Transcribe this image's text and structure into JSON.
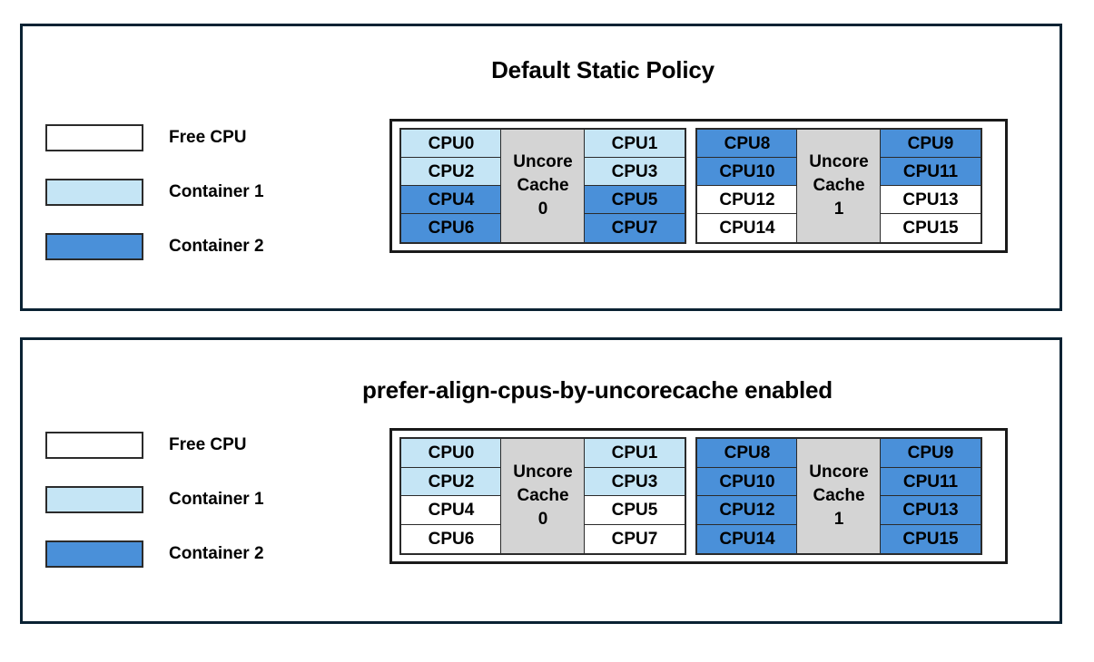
{
  "panels": [
    {
      "id": "default-static-policy",
      "title": "Default Static Policy",
      "legend": [
        {
          "label": "Free CPU",
          "fill": "free",
          "color": "#ffffff"
        },
        {
          "label": "Container 1",
          "fill": "c1",
          "color": "#c5e5f5"
        },
        {
          "label": "Container 2",
          "fill": "c2",
          "color": "#4a90d9"
        }
      ],
      "groups": [
        {
          "cache_label_line1": "Uncore",
          "cache_label_line2": "Cache",
          "cache_index": "0",
          "left_column": [
            {
              "label": "CPU0",
              "fill": "c1"
            },
            {
              "label": "CPU2",
              "fill": "c1"
            },
            {
              "label": "CPU4",
              "fill": "c2"
            },
            {
              "label": "CPU6",
              "fill": "c2"
            }
          ],
          "right_column": [
            {
              "label": "CPU1",
              "fill": "c1"
            },
            {
              "label": "CPU3",
              "fill": "c1"
            },
            {
              "label": "CPU5",
              "fill": "c2"
            },
            {
              "label": "CPU7",
              "fill": "c2"
            }
          ]
        },
        {
          "cache_label_line1": "Uncore",
          "cache_label_line2": "Cache",
          "cache_index": "1",
          "left_column": [
            {
              "label": "CPU8",
              "fill": "c2"
            },
            {
              "label": "CPU10",
              "fill": "c2"
            },
            {
              "label": "CPU12",
              "fill": "free"
            },
            {
              "label": "CPU14",
              "fill": "free"
            }
          ],
          "right_column": [
            {
              "label": "CPU9",
              "fill": "c2"
            },
            {
              "label": "CPU11",
              "fill": "c2"
            },
            {
              "label": "CPU13",
              "fill": "free"
            },
            {
              "label": "CPU15",
              "fill": "free"
            }
          ]
        }
      ]
    },
    {
      "id": "prefer-align-cpus-by-uncorecache",
      "title": "prefer-align-cpus-by-uncorecache enabled",
      "legend": [
        {
          "label": "Free CPU",
          "fill": "free",
          "color": "#ffffff"
        },
        {
          "label": "Container 1",
          "fill": "c1",
          "color": "#c5e5f5"
        },
        {
          "label": "Container 2",
          "fill": "c2",
          "color": "#4a90d9"
        }
      ],
      "groups": [
        {
          "cache_label_line1": "Uncore",
          "cache_label_line2": "Cache",
          "cache_index": "0",
          "left_column": [
            {
              "label": "CPU0",
              "fill": "c1"
            },
            {
              "label": "CPU2",
              "fill": "c1"
            },
            {
              "label": "CPU4",
              "fill": "free"
            },
            {
              "label": "CPU6",
              "fill": "free"
            }
          ],
          "right_column": [
            {
              "label": "CPU1",
              "fill": "c1"
            },
            {
              "label": "CPU3",
              "fill": "c1"
            },
            {
              "label": "CPU5",
              "fill": "free"
            },
            {
              "label": "CPU7",
              "fill": "free"
            }
          ]
        },
        {
          "cache_label_line1": "Uncore",
          "cache_label_line2": "Cache",
          "cache_index": "1",
          "left_column": [
            {
              "label": "CPU8",
              "fill": "c2"
            },
            {
              "label": "CPU10",
              "fill": "c2"
            },
            {
              "label": "CPU12",
              "fill": "c2"
            },
            {
              "label": "CPU14",
              "fill": "c2"
            }
          ],
          "right_column": [
            {
              "label": "CPU9",
              "fill": "c2"
            },
            {
              "label": "CPU11",
              "fill": "c2"
            },
            {
              "label": "CPU13",
              "fill": "c2"
            },
            {
              "label": "CPU15",
              "fill": "c2"
            }
          ]
        }
      ]
    }
  ],
  "colors": {
    "panel_border": "#0a2233",
    "cell_border": "#2b2b2b",
    "cache_fill": "#d4d4d4",
    "container1": "#c5e5f5",
    "container2": "#4a90d9",
    "free": "#ffffff"
  }
}
